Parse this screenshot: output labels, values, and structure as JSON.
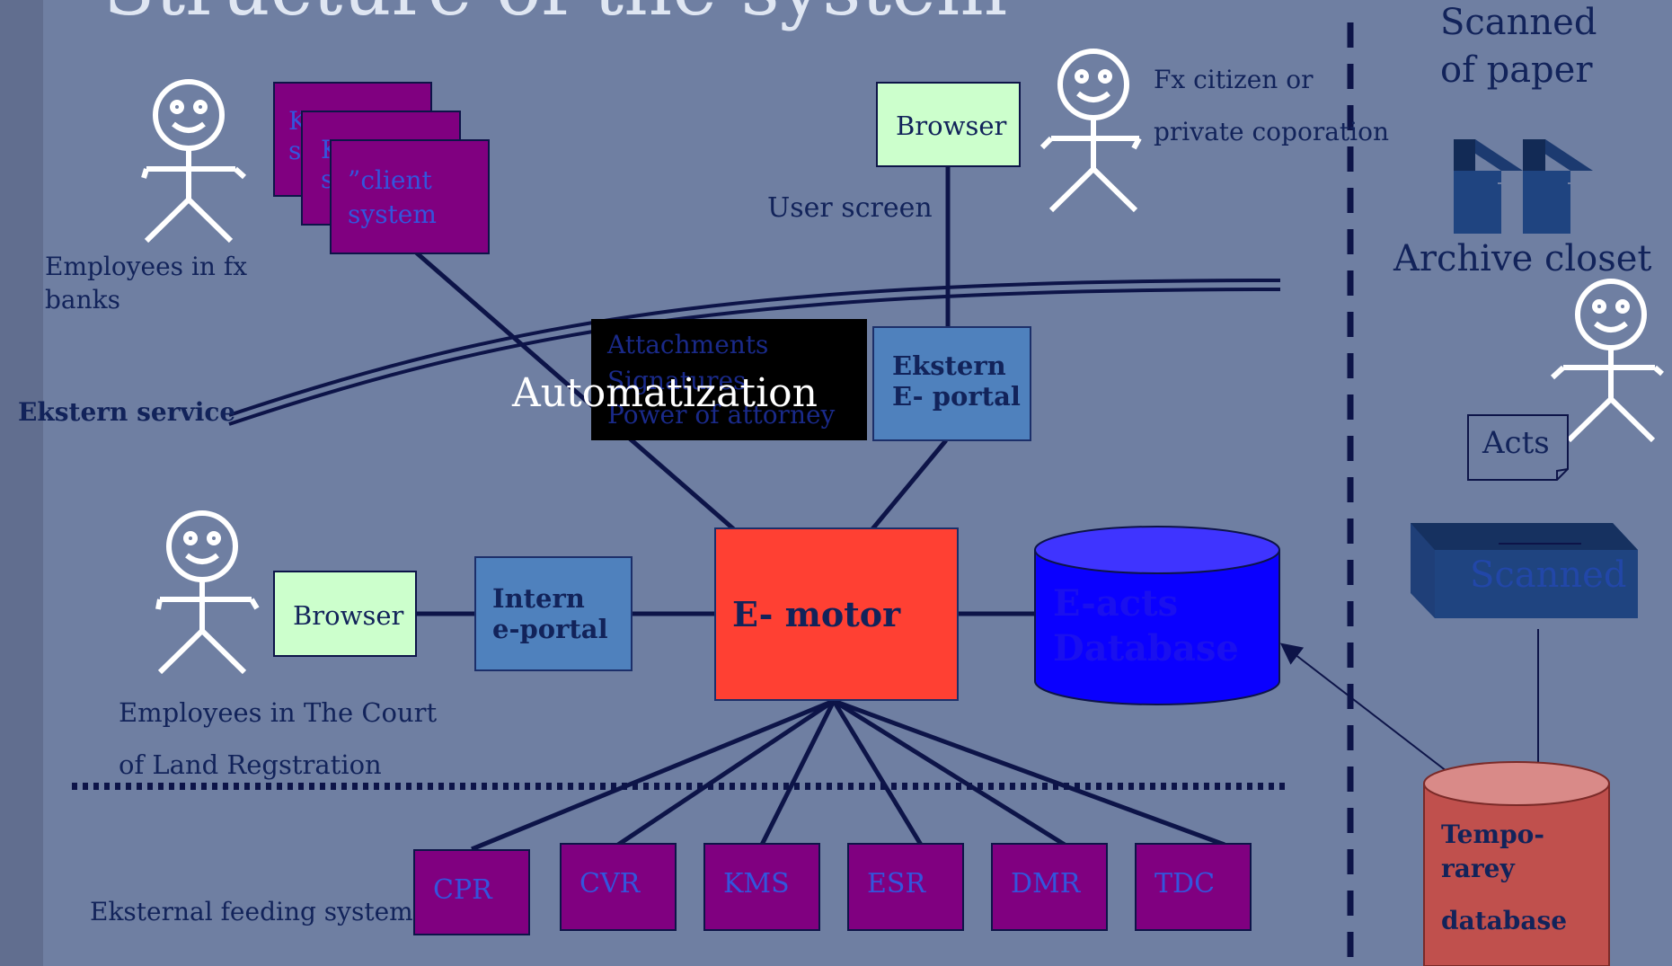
{
  "slide": {
    "title": "Structure  of the system",
    "colors": {
      "background": "#6f7fa2",
      "purple": "#800080",
      "green": "#ccffcc",
      "blue": "#4f81bd",
      "red": "#ff4033",
      "db_blue": "#0a00ff",
      "temp_db": "#c0504d",
      "line": "#0d1448"
    }
  },
  "actors": {
    "fx_banks": {
      "label_line1": "Employees in fx",
      "label_line2": "banks"
    },
    "citizen": {
      "label_line1": "Fx citizen or",
      "label_line2": "private coporation"
    },
    "court": {
      "label_line1": "Employees in The Court",
      "label_line2": "of Land Regstration"
    }
  },
  "client_system": {
    "back1_line1": "K",
    "back1_line2": "s",
    "back2_line1": "K",
    "back2_line2": "s",
    "front_line1": "”client",
    "front_line2": "system"
  },
  "browser_top": "Browser",
  "user_screen": "User screen",
  "ekstern_service": "Ekstern service",
  "automatization": {
    "label": "Automatization",
    "items": [
      "Attachments",
      "Signatures",
      "Power of attorney"
    ]
  },
  "ekstern_portal": {
    "line1": "Ekstern",
    "line2": "E- portal"
  },
  "browser_bottom": "Browser",
  "intern_portal": {
    "line1": "Intern",
    "line2": "e-portal"
  },
  "e_motor": "E- motor",
  "e_acts_db": {
    "line1": "E-acts",
    "line2": "Database"
  },
  "feeding": {
    "label": "Eksternal feeding systems",
    "systems": [
      "CPR",
      "CVR",
      "KMS",
      "ESR",
      "DMR",
      "TDC"
    ]
  },
  "archive": {
    "scanned_line1": "Scanned",
    "scanned_line2": "of paper",
    "closet": "Archive closet",
    "acts": "Acts",
    "scanner": "Scanned",
    "temp_line1": "Tempo-",
    "temp_line2": "rarey",
    "temp_line3": "database"
  },
  "icons": [
    "stick-figure-icon",
    "archive-cabinet-icon",
    "scanner-icon",
    "document-icon",
    "database-icon"
  ]
}
